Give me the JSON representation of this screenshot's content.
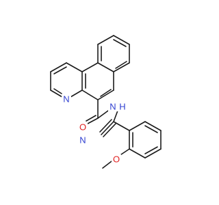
{
  "atoms": {
    "N_ring": {
      "label": "N",
      "color": "#2f3fd0"
    },
    "O_carbonyl": {
      "label": "O",
      "color": "#e02020"
    },
    "N_amide": {
      "label": "N",
      "color": "#2f3fd0"
    },
    "H_amide": {
      "label": "H",
      "color": "#2f3fd0"
    },
    "N_nitrile": {
      "label": "N",
      "color": "#2f3fd0"
    },
    "O_methoxy": {
      "label": "O",
      "color": "#e02020"
    }
  },
  "bond_color": "#1a1a1a"
}
